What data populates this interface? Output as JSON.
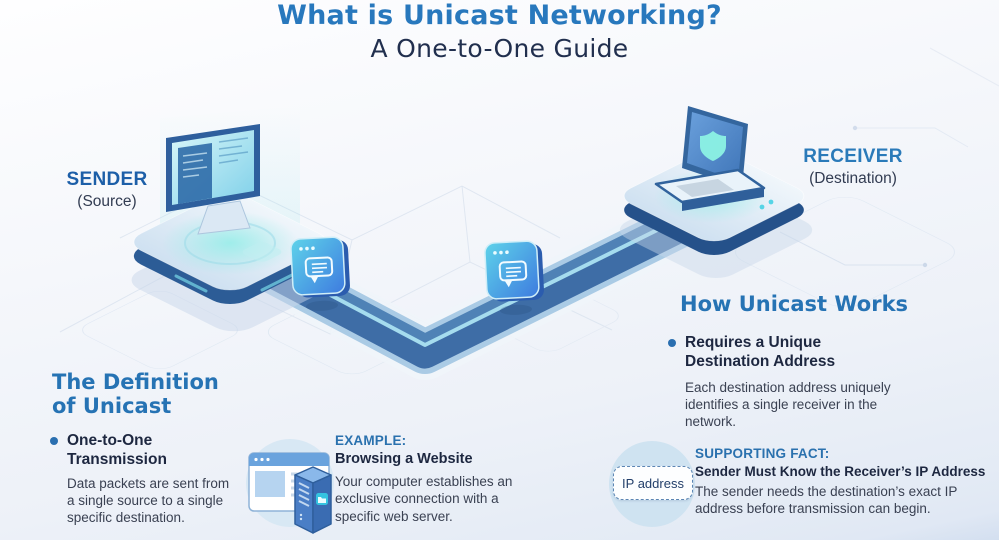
{
  "title": {
    "line1": "What is Unicast Networking?",
    "line2": "A One-to-One Guide"
  },
  "nodes": {
    "sender": {
      "label": "SENDER",
      "sublabel": "(Source)"
    },
    "receiver": {
      "label": "RECEIVER",
      "sublabel": "(Destination)"
    }
  },
  "sections": {
    "definition": {
      "heading_line1": "The Definition",
      "heading_line2": "of Unicast",
      "bullet_title": "One-to-One Transmission",
      "bullet_body": "Data packets are sent from a single source to a single specific destination."
    },
    "how": {
      "heading": "How Unicast Works",
      "bullet_title": "Requires a Unique Destination Address",
      "bullet_body": "Each destination address uniquely identifies a single receiver in the network."
    },
    "example": {
      "label": "EXAMPLE:",
      "title": "Browsing a Website",
      "body": "Your computer establishes an exclusive connection with a specific web server."
    },
    "fact": {
      "label": "SUPPORTING FACT:",
      "title": "Sender Must Know the Receiver’s IP Address",
      "body": "The sender needs the destination’s exact IP address before transmission can begin.",
      "badge": "IP address"
    }
  },
  "diagram": {
    "flow": "sender-to-receiver",
    "packet_icons": 2,
    "icons": {
      "sender_device": "desktop-computer-on-platform",
      "receiver_device": "laptop-with-shield-on-platform",
      "packet": "data-packet-tile",
      "example": "browser-window-and-web-server",
      "fact": "ip-address-tag"
    }
  },
  "colors": {
    "title_blue": "#2878bd",
    "navy": "#212f4e",
    "heading_blue": "#2673b4",
    "sender_label_blue": "#1d5fa8",
    "receiver_label_blue": "#2a7ab9",
    "body_text": "#3a4152",
    "bullet_blue": "#2a6fb0",
    "pipe_dark": "#3e6da6",
    "pipe_light": "#aacbe5",
    "pipe_cyan": "#a5dcee",
    "packet_cyan": "#5ed3ea",
    "packet_blue": "#3e7bdf",
    "glow_cyan": "#7deee4",
    "background_top": "#fefeff",
    "background_bottom": "#d3dff0"
  }
}
